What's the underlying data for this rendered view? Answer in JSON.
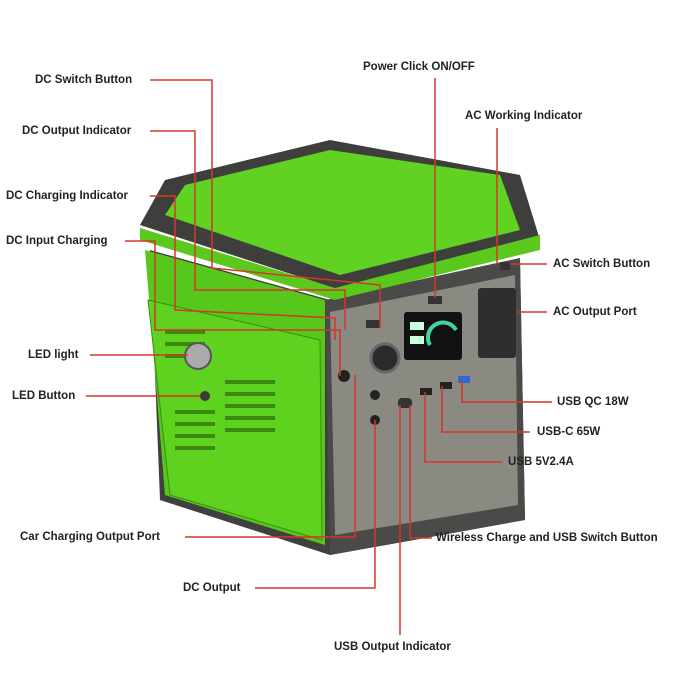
{
  "labels": {
    "dc_switch_button": "DC Switch Button",
    "dc_output_indicator": "DC Output Indicator",
    "dc_charging_indicator": "DC Charging Indicator",
    "dc_input_charging": "DC Input Charging",
    "led_light": "LED light",
    "led_button": "LED Button",
    "car_charging_output_port": "Car Charging Output Port",
    "dc_output": "DC Output",
    "usb_output_indicator": "USB Output Indicator",
    "wireless_charge_usb_switch": "Wireless Charge and USB Switch Button",
    "usb_5v": "USB 5V2.4A",
    "usb_c": "USB-C 65W",
    "usb_qc": "USB QC 18W",
    "ac_output_port": "AC Output Port",
    "ac_switch_button": "AC Switch Button",
    "ac_working_indicator": "AC Working Indicator",
    "power_click": "Power Click ON/OFF"
  },
  "colors": {
    "leader": "#d8352a",
    "green": "#5fcf1e",
    "body": "#4a4a4a",
    "panel": "#8b8b84"
  }
}
